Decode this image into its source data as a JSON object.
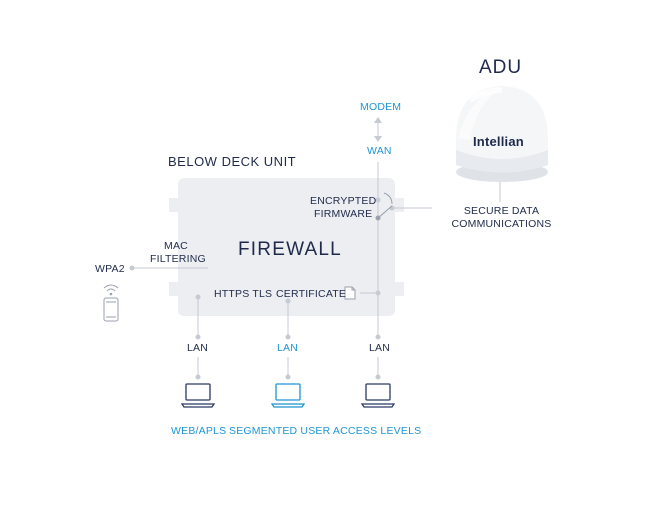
{
  "adu": {
    "title": "ADU",
    "brand": "Intellian"
  },
  "bdu": {
    "title": "BELOW DECK UNIT",
    "firewall": "FIREWALL"
  },
  "labels": {
    "modem": "MODEM",
    "wan": "WAN",
    "encrypted_line1": "ENCRYPTED",
    "encrypted_line2": "FIRMWARE",
    "secure_line1": "SECURE DATA",
    "secure_line2": "COMMUNICATIONS",
    "mac_line1": "MAC",
    "mac_line2": "FILTERING",
    "wpa2": "WPA2",
    "https_tls": "HTTPS TLS",
    "certificate": "CERTIFICATE",
    "lan_left": "LAN",
    "lan_middle": "LAN",
    "lan_right": "LAN",
    "web_apls": "WEB/APLS",
    "segmented": "SEGMENTED USER ACCESS LEVELS"
  },
  "colors": {
    "dark": "#1f2a4a",
    "blue": "#1e95d4",
    "line": "#c5cad3",
    "box": "#eceef1"
  },
  "icons": [
    "satellite-dome-icon",
    "smartphone-icon",
    "wifi-icon",
    "laptop-icon",
    "document-icon",
    "lock-icon",
    "switch-icon"
  ]
}
